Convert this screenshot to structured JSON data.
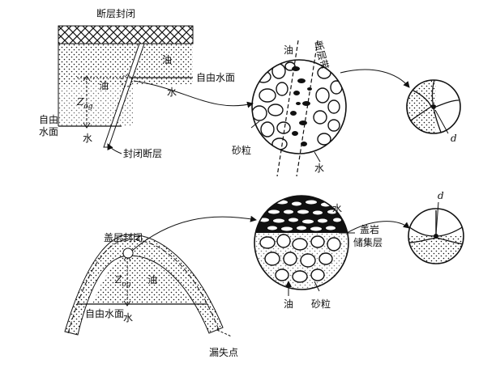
{
  "top": {
    "title": "断层封闭",
    "oil": "油",
    "oil_trap": "油",
    "z_og": "Z",
    "z_og_sub": "og",
    "free_water_right": "自由水面",
    "water_right": "水",
    "free_water_left": "自由\n水面",
    "water_bottom": "水",
    "sealed_fault": "封闭断层",
    "circle_oil": "油",
    "circle_fault_zone": "断层带",
    "circle_sand": "砂粒",
    "circle_water": "水",
    "d_label": "d"
  },
  "bottom": {
    "title": "盖层封闭",
    "oil": "油",
    "z_og": "Z",
    "z_og_sub": "og",
    "free_water": "自由水面",
    "water": "水",
    "spill_point": "漏失点",
    "circle_water": "水",
    "cap_rock": "盖岩",
    "reservoir": "储集层",
    "circle_oil": "油",
    "circle_sand": "砂粒",
    "d_label": "d"
  },
  "colors": {
    "ink": "#111111",
    "background": "#ffffff"
  }
}
